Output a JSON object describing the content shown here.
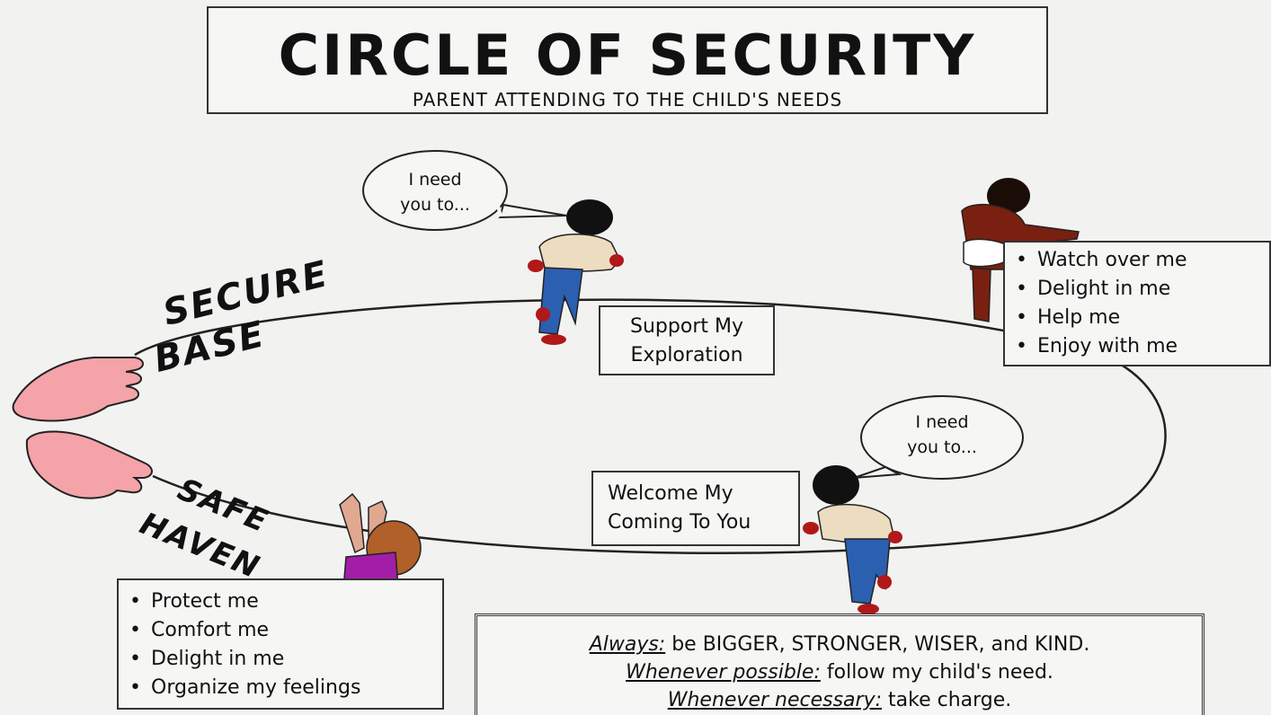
{
  "header": {
    "title": "CIRCLE OF SECURITY",
    "subtitle": "PARENT ATTENDING TO THE CHILD'S NEEDS"
  },
  "labels": {
    "secure_base_line1": "SECURE",
    "secure_base_line2": "BASE",
    "safe_haven_line1": "SAFE",
    "safe_haven_line2": "HAVEN"
  },
  "speech": {
    "top_line1": "I need",
    "top_line2": "you to...",
    "right_line1": "I need",
    "right_line2": "you to..."
  },
  "boxes": {
    "support_line1": "Support My",
    "support_line2": "Exploration",
    "welcome_line1": "Welcome My",
    "welcome_line2": "Coming To You",
    "top_needs": [
      "Watch over me",
      "Delight in me",
      "Help me",
      "Enjoy with me"
    ],
    "bottom_needs": [
      "Protect me",
      "Comfort me",
      "Delight in me",
      "Organize my feelings"
    ]
  },
  "rules": {
    "always_key": "Always:",
    "always_text": "be BIGGER, STRONGER, WISER, and KIND.",
    "possible_key": "Whenever possible:",
    "possible_text": "follow my child's need.",
    "necessary_key": "Whenever necessary:",
    "necessary_text": "take charge."
  },
  "colors": {
    "hand": "#f4a3a8",
    "child_shirt": "#ecdcc0",
    "child_pants": "#2b5fb0",
    "child_skin": "#7a2010",
    "toddler_shirt": "#a21ea8",
    "toddler_hair": "#b06028"
  }
}
